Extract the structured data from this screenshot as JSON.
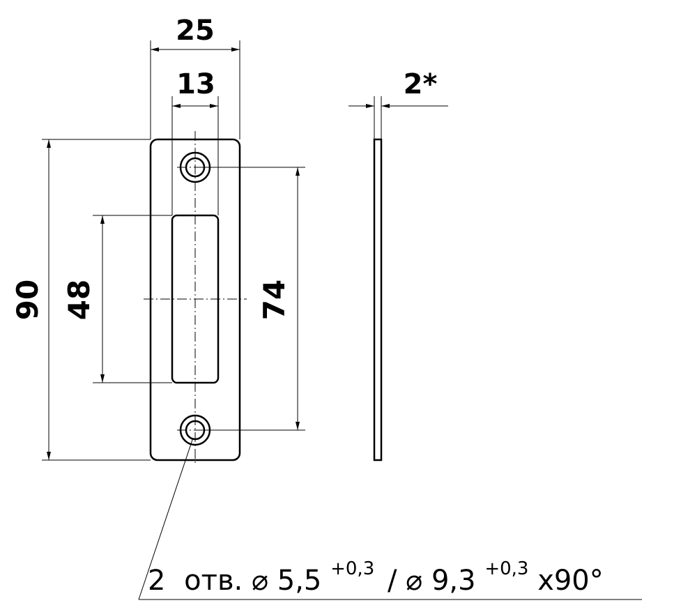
{
  "dimensions": {
    "total_width": "25",
    "slot_width": "13",
    "thickness": "2*",
    "total_height": "90",
    "slot_height": "48",
    "hole_spacing": "74"
  },
  "note": {
    "count": "2",
    "abbrev": "отв.",
    "dia1_symbol": "⌀",
    "dia1": "5,5",
    "tol1": "+0,3",
    "separator": "/",
    "dia2_symbol": "⌀",
    "dia2": "9,3",
    "tol2": "+0,3",
    "angle": "x90°"
  }
}
